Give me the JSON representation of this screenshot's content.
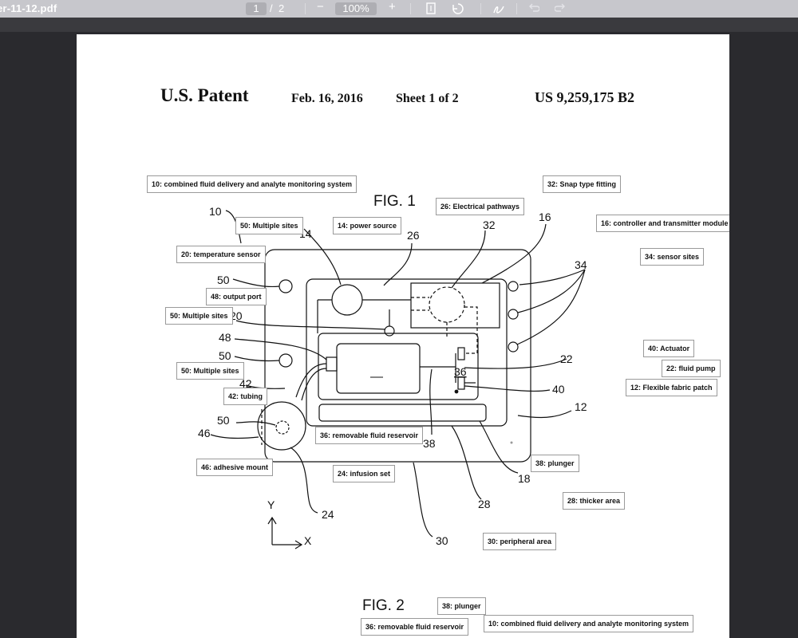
{
  "viewer": {
    "filename": "er-11-12.pdf",
    "current_page": "1",
    "page_sep": "/",
    "page_total": "2",
    "zoom_out_label": "−",
    "zoom": "100%",
    "zoom_in_label": "+",
    "icons": [
      "fit-page-icon",
      "rotate-icon",
      "draw-icon",
      "undo-icon",
      "redo-icon"
    ]
  },
  "header": {
    "publisher": "U.S. Patent",
    "date": "Feb. 16, 2016",
    "sheet": "Sheet 1 of 2",
    "number": "US 9,259,175 B2"
  },
  "figures": {
    "fig1": "FIG. 1",
    "fig2": "FIG. 2"
  },
  "refs": {
    "r10": "10",
    "r14": "14",
    "r26": "26",
    "r32": "32",
    "r16": "16",
    "r34": "34",
    "r50a": "50",
    "r20": "20",
    "r48": "48",
    "r50b": "50",
    "r36": "36",
    "r22": "22",
    "r42": "42",
    "r40": "40",
    "r12": "12",
    "r50c": "50",
    "r46": "46",
    "r38": "38",
    "r18": "18",
    "r28": "28",
    "r24": "24",
    "r30": "30",
    "axis_y": "Y",
    "axis_x": "X"
  },
  "labels": {
    "l10": "10: combined fluid delivery and analyte monitoring system",
    "l32": "32: Snap type fitting",
    "l26": "26: Electrical pathways",
    "l50a": "50: Multiple sites",
    "l14": "14: power source",
    "l16": "16: controller and transmitter module",
    "l20": "20: temperature sensor",
    "l34": "34: sensor sites",
    "l48": "48: output port",
    "l50b": "50: Multiple sites",
    "l40": "40: Actuator",
    "l50c": "50: Multiple sites",
    "l22": "22: fluid pump",
    "l12": "12: Flexible fabric patch",
    "l42": "42: tubing",
    "l36": "36: removable fluid reservoir",
    "l38": "38: plunger",
    "l46": "46: adhesive mount",
    "l24": "24: infusion set",
    "l28": "28: thicker area",
    "l30": "30: peripheral area",
    "l38b": "38: plunger",
    "l10b": "10: combined fluid delivery and analyte monitoring system",
    "l36b": "36: removable fluid reservoir"
  }
}
